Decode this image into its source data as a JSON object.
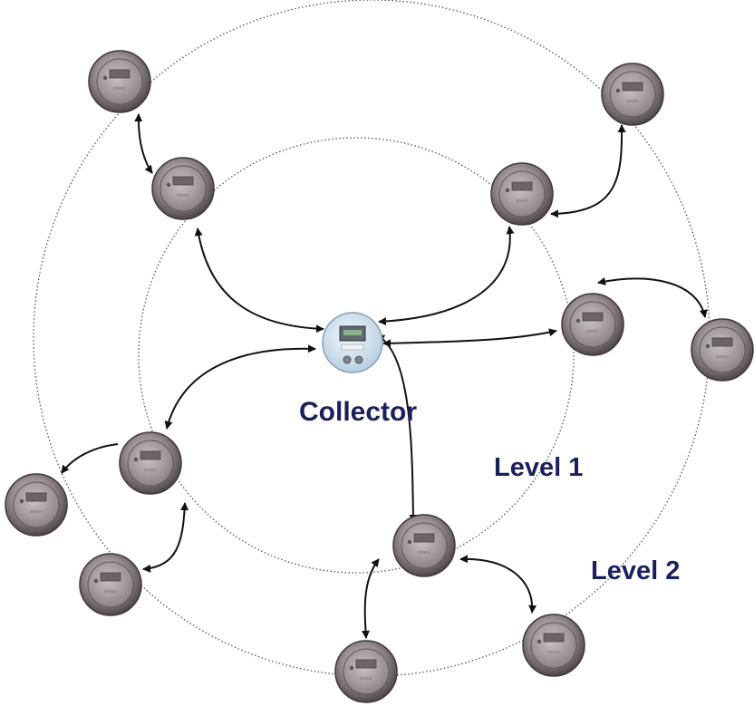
{
  "labels": {
    "collector": "Collector",
    "level1": "Level 1",
    "level2": "Level 2"
  },
  "colors": {
    "label_text": "#1a1f5e",
    "ring_line": "#555555",
    "arrow": "#111111",
    "meter_rim": "#7a6f72",
    "collector_body": "#d6e6f2"
  },
  "node_types": {
    "collector": "collector-meter-icon",
    "meter": "electric-meter-icon"
  }
}
